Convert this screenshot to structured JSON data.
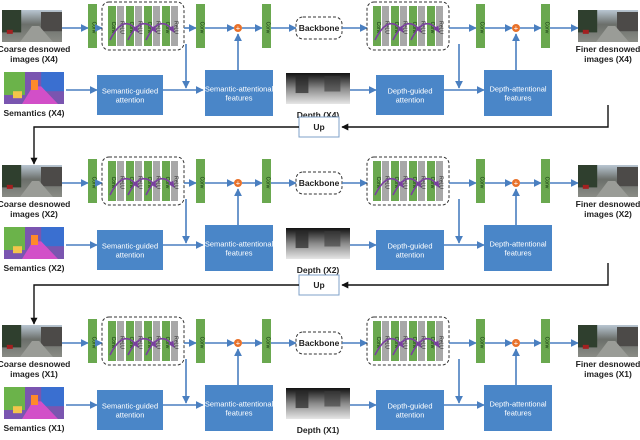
{
  "labels": {
    "conv": "Conv",
    "relu": "ReLU",
    "backbone": "Backbone",
    "up": "Up",
    "semantic_attention": "Semantic-guided attention",
    "semantic_features": "Semantic-attentional features",
    "depth_attention": "Depth-guided attention",
    "depth_features": "Depth-attentional features",
    "plus": "+"
  },
  "rows": [
    {
      "scale": "X4",
      "coarse": "Coarse desnowed images (X4)",
      "semantics": "Semantics (X4)",
      "depth": "Depth (X4)",
      "finer": "Finer desnowed images (X4)"
    },
    {
      "scale": "X2",
      "coarse": "Coarse desnowed images (X2)",
      "semantics": "Semantics (X2)",
      "depth": "Depth (X2)",
      "finer": "Finer desnowed images (X2)"
    },
    {
      "scale": "X1",
      "coarse": "Coarse desnowed images (X1)",
      "semantics": "Semantics (X1)",
      "depth": "Depth (X1)",
      "finer": "Finer desnowed images (X1)"
    }
  ],
  "colors": {
    "conv": "#6aa84f",
    "box": "#4a86c8",
    "arrow": "#4a7fc0",
    "curve": "#7a3fa0",
    "plus": "#e8712a",
    "black_arrow": "#111111"
  }
}
